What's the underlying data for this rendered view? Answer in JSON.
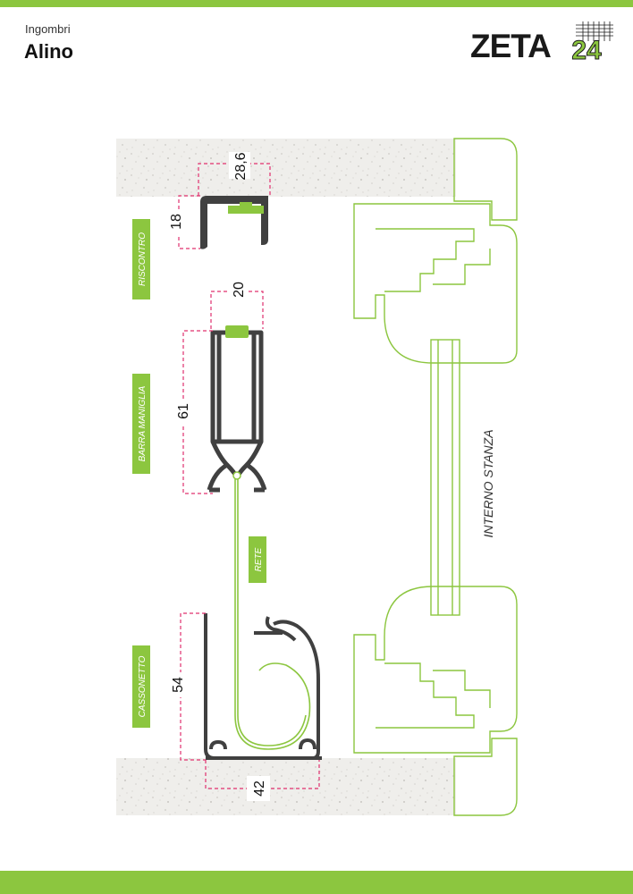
{
  "header": {
    "subtitle": "Ingombri",
    "title": "Alino"
  },
  "logo": {
    "word": "ZETA",
    "number": "24"
  },
  "labels": {
    "riscontro": "RISCONTRO",
    "barra_maniglia": "BARRA MANIGLIA",
    "rete": "RETE",
    "cassonetto": "CASSONETTO",
    "interno_stanza": "INTERNO STANZA"
  },
  "dimensions": {
    "riscontro_width": "28,6",
    "riscontro_height": "18",
    "barra_width": "20",
    "barra_height": "61",
    "cassonetto_height": "54",
    "cassonetto_width": "42"
  },
  "colors": {
    "accent_green": "#8cc63f",
    "profile_dark": "#404040",
    "dimension_pink": "#e0306e",
    "wall_texture": "#f0efec"
  }
}
